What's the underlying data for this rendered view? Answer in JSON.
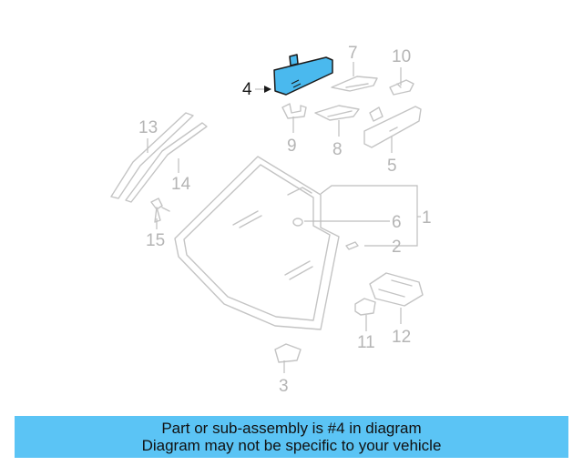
{
  "diagram": {
    "highlight_color": "#4ab9ee",
    "callouts": [
      {
        "id": "1",
        "label": "1"
      },
      {
        "id": "2",
        "label": "2"
      },
      {
        "id": "3",
        "label": "3"
      },
      {
        "id": "4",
        "label": "4"
      },
      {
        "id": "5",
        "label": "5"
      },
      {
        "id": "6",
        "label": "6"
      },
      {
        "id": "7",
        "label": "7"
      },
      {
        "id": "8",
        "label": "8"
      },
      {
        "id": "9",
        "label": "9"
      },
      {
        "id": "10",
        "label": "10"
      },
      {
        "id": "11",
        "label": "11"
      },
      {
        "id": "12",
        "label": "12"
      },
      {
        "id": "13",
        "label": "13"
      },
      {
        "id": "14",
        "label": "14"
      },
      {
        "id": "15",
        "label": "15"
      }
    ]
  },
  "banner": {
    "line1": "Part or sub-assembly is #4 in diagram",
    "line2": "Diagram may not be specific to your vehicle",
    "background": "#5bc4f5"
  }
}
